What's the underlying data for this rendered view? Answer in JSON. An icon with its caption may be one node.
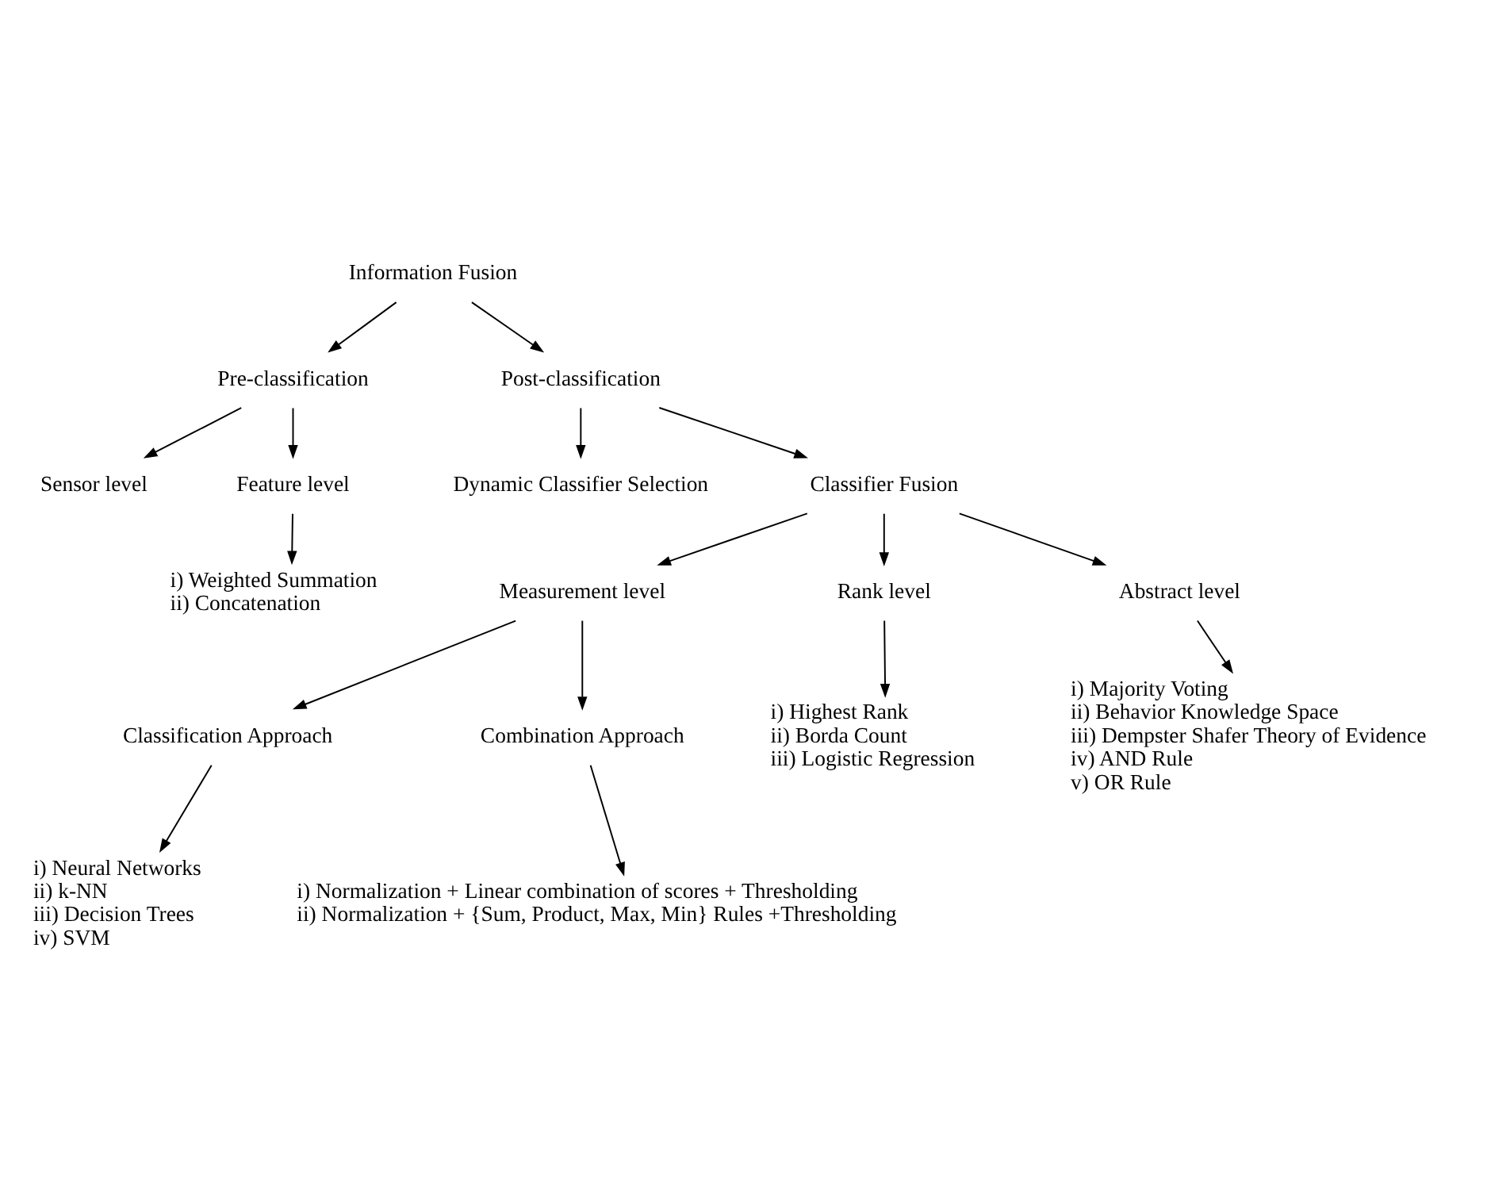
{
  "diagram": {
    "nodes": [
      {
        "text": [
          "Information Fusion"
        ]
      },
      {
        "text": [
          "Pre-classification"
        ]
      },
      {
        "text": [
          "Post-classification"
        ]
      },
      {
        "text": [
          "Sensor level"
        ]
      },
      {
        "text": [
          "Feature level"
        ]
      },
      {
        "text": [
          "i) Weighted Summation",
          "ii) Concatenation"
        ]
      },
      {
        "text": [
          "Dynamic Classifier Selection"
        ]
      },
      {
        "text": [
          "Classifier Fusion"
        ]
      },
      {
        "text": [
          "Measurement level"
        ]
      },
      {
        "text": [
          "Rank level"
        ]
      },
      {
        "text": [
          "Abstract level"
        ]
      },
      {
        "text": [
          "Classification Approach"
        ]
      },
      {
        "text": [
          "Combination Approach"
        ]
      },
      {
        "text": [
          "i) Neural Networks",
          "ii) k-NN",
          "iii) Decision Trees",
          "iv) SVM"
        ]
      },
      {
        "text": [
          "i) Normalization + Linear combination of scores + Thresholding",
          "ii) Normalization + {Sum, Product, Max, Min} Rules +Thresholding"
        ]
      },
      {
        "text": [
          "i) Highest Rank",
          "ii) Borda Count",
          "iii) Logistic Regression"
        ]
      },
      {
        "text": [
          "i) Majority Voting",
          "ii) Behavior Knowledge Space",
          "iii) Dempster Shafer Theory of Evidence",
          "iv) AND Rule",
          "v) OR Rule"
        ]
      }
    ],
    "edges": [
      {
        "from": 0,
        "to": 1,
        "arrow": "to"
      },
      {
        "from": 0,
        "to": 2,
        "arrow": "to"
      },
      {
        "from": 1,
        "to": 3,
        "arrow": "to"
      },
      {
        "from": 1,
        "to": 4,
        "arrow": "to"
      },
      {
        "from": 4,
        "to": 5,
        "arrow": "to"
      },
      {
        "from": 2,
        "to": 6,
        "arrow": "to"
      },
      {
        "from": 2,
        "to": 7,
        "arrow": "to"
      },
      {
        "from": 7,
        "to": 8,
        "arrow": "to"
      },
      {
        "from": 7,
        "to": 9,
        "arrow": "to"
      },
      {
        "from": 7,
        "to": 10,
        "arrow": "to"
      },
      {
        "from": 8,
        "to": 11,
        "arrow": "to"
      },
      {
        "from": 8,
        "to": 12,
        "arrow": "to"
      },
      {
        "from": 11,
        "to": 13,
        "arrow": "to"
      },
      {
        "from": 12,
        "to": 14,
        "arrow": "to"
      },
      {
        "from": 9,
        "to": 15,
        "arrow": "to"
      },
      {
        "from": 10,
        "to": 16,
        "arrow": "to"
      }
    ]
  }
}
